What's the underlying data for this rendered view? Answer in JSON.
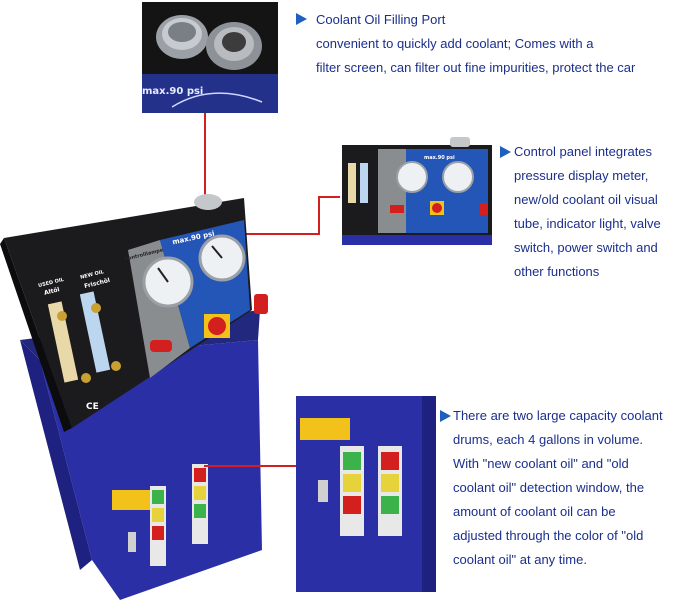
{
  "callouts": {
    "filling_port": {
      "title": "Coolant Oil Filling Port",
      "lines": [
        "convenient to quickly add coolant; Comes with a",
        "filter screen, can filter out fine impurities, protect the car"
      ]
    },
    "control_panel": {
      "lines": [
        "Control panel integrates",
        "pressure display meter,",
        "new/old coolant oil visual",
        "tube, indicator light, valve",
        "switch, power switch and",
        "other functions"
      ]
    },
    "drums": {
      "lines": [
        "There are two large capacity coolant",
        "drums, each 4 gallons in volume.",
        "With \"new coolant oil\" and \"old",
        "coolant oil\" detection window, the",
        "amount of coolant oil can be",
        "adjusted through the color of \"old",
        "coolant oil\" at any time."
      ]
    }
  },
  "panel_labels": {
    "pressure": "max.90 psi",
    "used_oil_1": "USED OIL",
    "used_oil_2": "Altöl",
    "new_oil_1": "NEW OIL",
    "new_oil_2": "Frischöl",
    "indicator": "Kontrolllampe",
    "ce": "CE",
    "zoom_pressure": "max.90 psi"
  },
  "colors": {
    "callout_text": "#1a2f8c",
    "arrow": "#1f5fbf",
    "connector": "#d41f1f",
    "body_blue": "#2b2fa6",
    "panel_black": "#1b1b1d",
    "panel_blue": "#2456b8"
  }
}
